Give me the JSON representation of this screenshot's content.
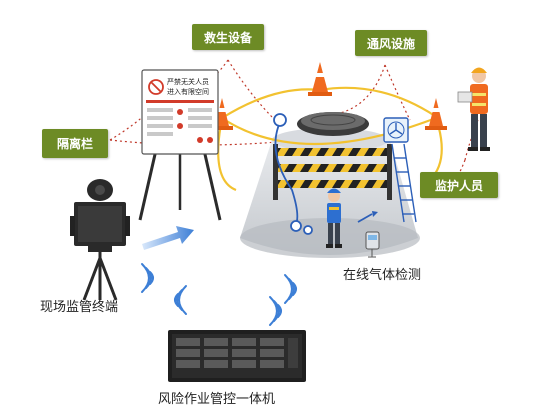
{
  "labels": {
    "rescue": "救生设备",
    "ventilation": "通风设施",
    "barrier": "隔离栏",
    "supervisor": "监护人员",
    "gas_detection": "在线气体检测",
    "terminal": "现场监管终端",
    "control_unit": "风险作业管控一体机"
  },
  "sign": {
    "line1": "严禁无关人员",
    "line2": "进入有限空间"
  },
  "colors": {
    "tag_green": "#6d8b25",
    "cone_orange": "#f06a1f",
    "rope_yellow": "#f2c230",
    "dotted_red": "#c0392b",
    "arrow_blue": "#3d7fd6"
  }
}
